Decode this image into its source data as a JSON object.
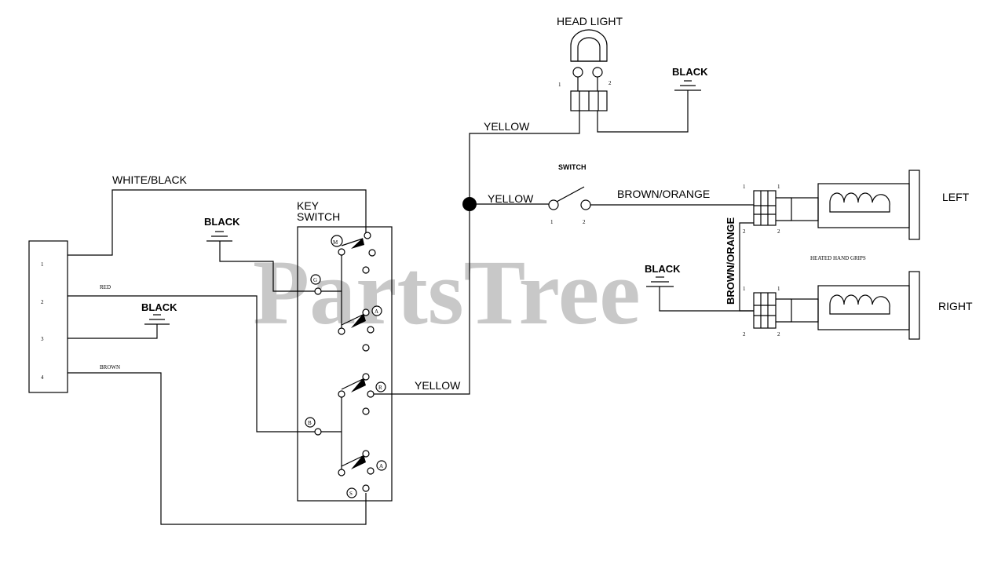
{
  "watermark": "PartsTree",
  "labels": {
    "head_light": "HEAD LIGHT",
    "black": "BLACK",
    "yellow": "YELLOW",
    "switch": "SWITCH",
    "brown_orange": "BROWN/ORANGE",
    "white_black": "WHITE/BLACK",
    "key_switch_line1": "KEY",
    "key_switch_line2": "SWITCH",
    "red": "RED",
    "brown": "BROWN",
    "left": "LEFT",
    "right": "RIGHT",
    "heated_hand_grips": "HEATED HAND GRIPS"
  },
  "connector_pins": [
    "1",
    "2",
    "3",
    "4"
  ],
  "key_terminals": [
    "M",
    "G",
    "A",
    "R",
    "B",
    "A",
    "S"
  ],
  "pin_numbers": {
    "one": "1",
    "two": "2"
  }
}
